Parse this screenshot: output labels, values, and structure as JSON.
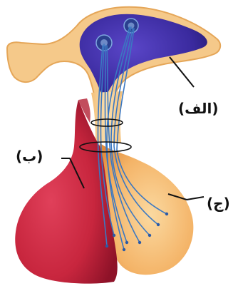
{
  "labels": {
    "a": "(الف)",
    "b": "(ب)",
    "c": "(ج)"
  },
  "colors": {
    "hypothalamus": "#3a2a9e",
    "infundibulum": "#f5c98a",
    "anterior_lobe": "#c8263e",
    "posterior_lobe": "#f4b468",
    "nerve_fibers": "#3b78c2",
    "leader_line": "#111111"
  }
}
